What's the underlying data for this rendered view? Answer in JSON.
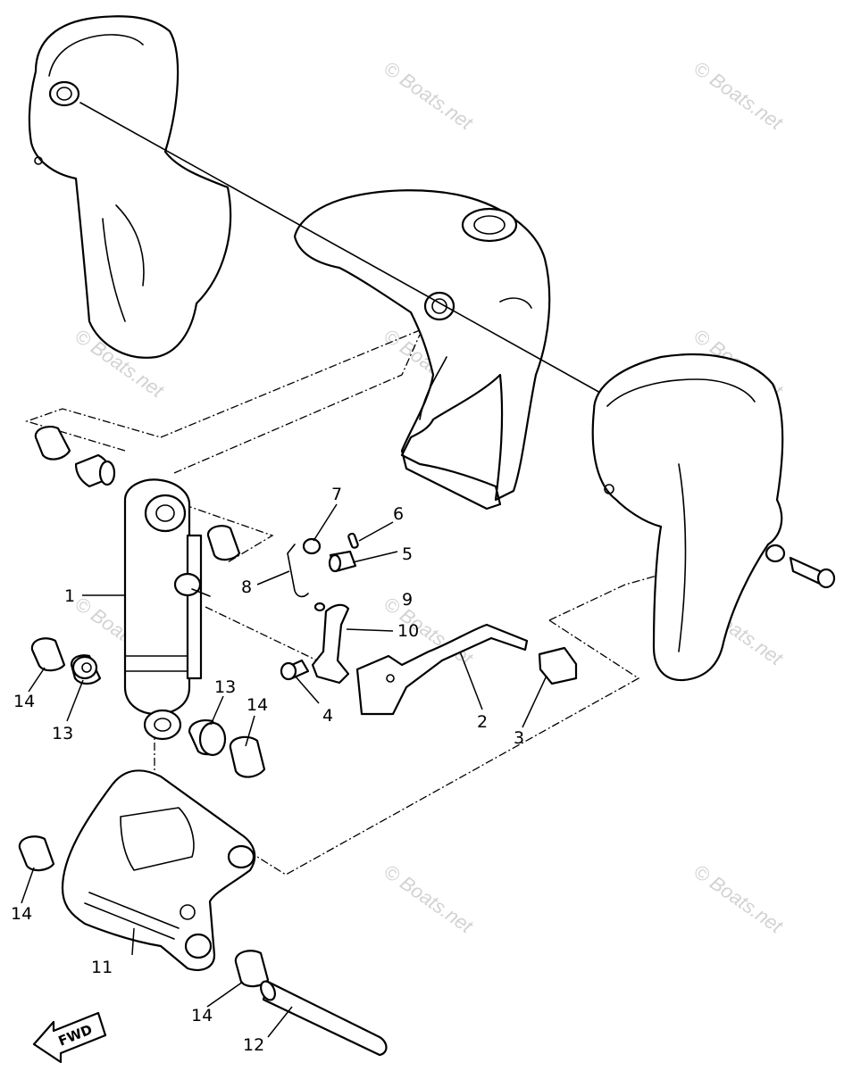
{
  "watermark": "© Boats.net",
  "fwd_label": "FWD",
  "callouts": [
    {
      "id": "1",
      "label": "1"
    },
    {
      "id": "2",
      "label": "2"
    },
    {
      "id": "3",
      "label": "3"
    },
    {
      "id": "4",
      "label": "4"
    },
    {
      "id": "5",
      "label": "5"
    },
    {
      "id": "6",
      "label": "6"
    },
    {
      "id": "7",
      "label": "7"
    },
    {
      "id": "8",
      "label": "8"
    },
    {
      "id": "9",
      "label": "9"
    },
    {
      "id": "10",
      "label": "10"
    },
    {
      "id": "11",
      "label": "11"
    },
    {
      "id": "12",
      "label": "12"
    },
    {
      "id": "13a",
      "label": "13"
    },
    {
      "id": "13b",
      "label": "13"
    },
    {
      "id": "14a",
      "label": "14"
    },
    {
      "id": "14b",
      "label": "14"
    },
    {
      "id": "14c",
      "label": "14"
    },
    {
      "id": "14d",
      "label": "14"
    }
  ]
}
